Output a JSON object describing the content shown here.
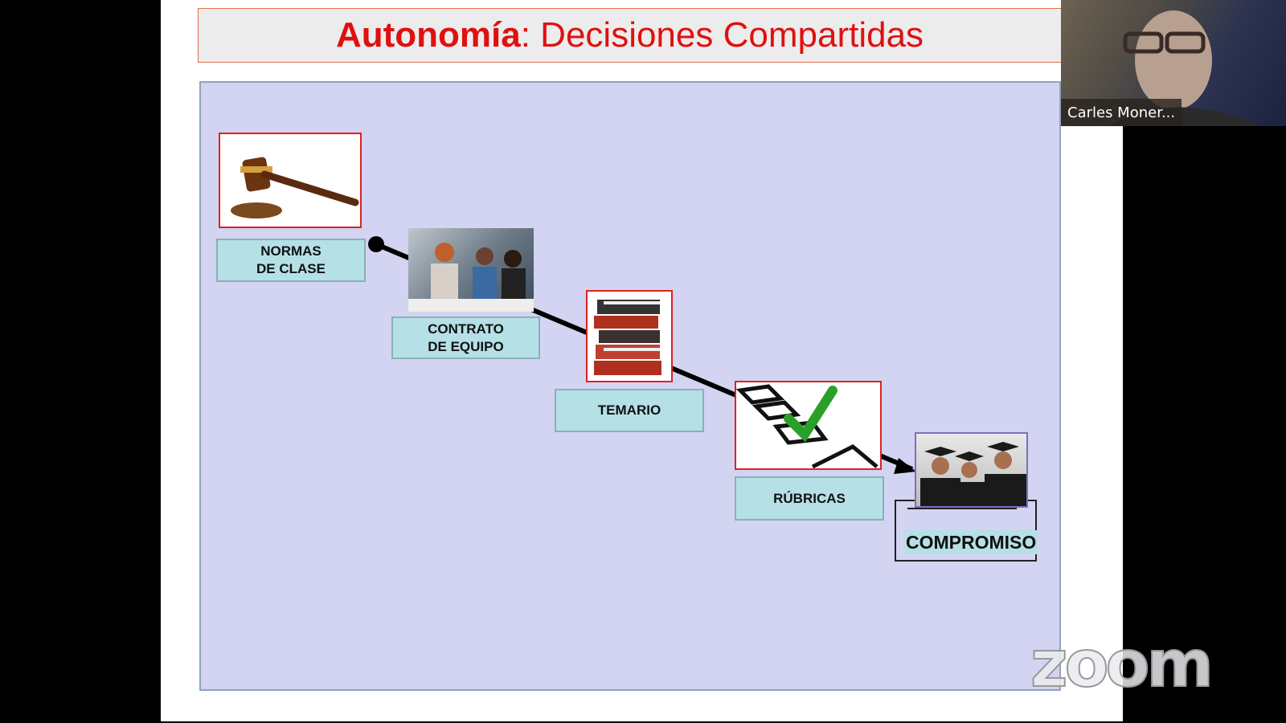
{
  "slide": {
    "title_bold": "Autonomía",
    "title_rest": ": Decisiones Compartidas",
    "steps": [
      {
        "label": "NORMAS\nDE CLASE",
        "image": "gavel"
      },
      {
        "label": "CONTRATO\nDE EQUIPO",
        "image": "students-team"
      },
      {
        "label": "TEMARIO",
        "image": "books"
      },
      {
        "label": "RÚBRICAS",
        "image": "checklist"
      },
      {
        "label": "COMPROMISO",
        "image": "graduates"
      }
    ]
  },
  "video": {
    "participant_name": "Carles Moner..."
  },
  "watermark": "zoom",
  "colors": {
    "title": "#e01010",
    "panel": "#d3d3f2",
    "label": "#b5e0e6"
  }
}
